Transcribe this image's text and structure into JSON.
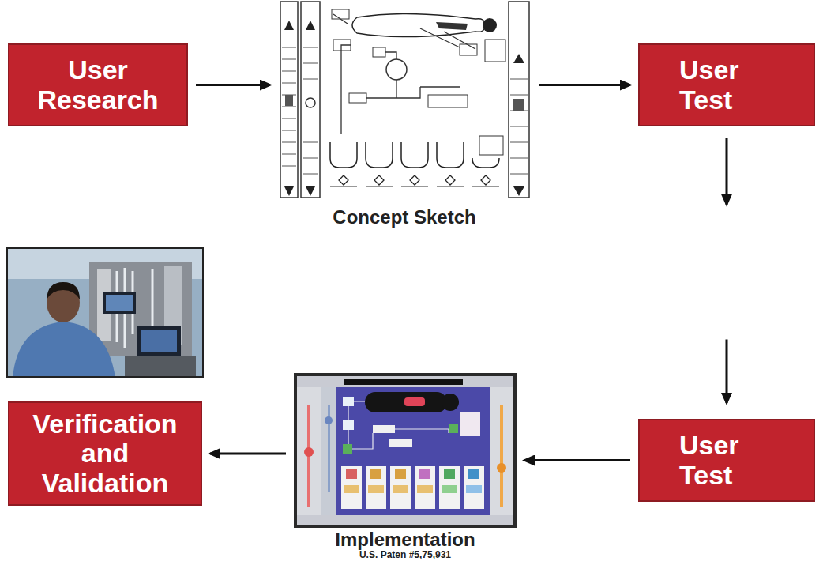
{
  "diagram": {
    "nodes": [
      {
        "text": [
          "User Research"
        ]
      },
      {
        "text": [
          "Concept Sketch"
        ]
      },
      {
        "text": [
          "User Test"
        ]
      },
      {
        "text": [
          "User Test"
        ]
      },
      {
        "text": [
          "Implementation",
          "U.S. Paten #5,75,931"
        ]
      },
      {
        "text": [
          "Verification and Validation"
        ]
      }
    ],
    "edges": [
      {
        "from": 0,
        "to": 1,
        "arrow": "to"
      },
      {
        "from": 1,
        "to": 2,
        "arrow": "to"
      },
      {
        "from": 2,
        "to": 3,
        "arrow": "to"
      },
      {
        "from": 3,
        "to": 4,
        "arrow": "to"
      },
      {
        "from": 4,
        "to": 5,
        "arrow": "to"
      }
    ]
  }
}
